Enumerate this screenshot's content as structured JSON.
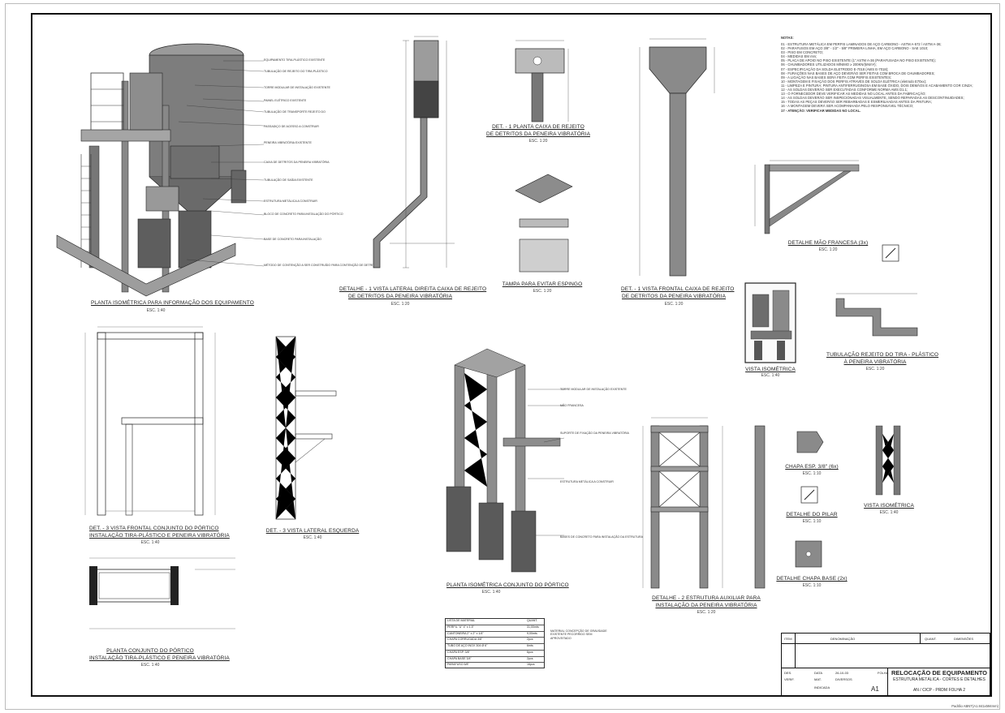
{
  "captions": {
    "iso_equipment": "PLANTA ISOMÉTRICA PARA INFORMAÇÃO DOS EQUIPAMENTO",
    "iso_equipment_scale": "ESC. 1:40",
    "lateral_1_a": "DETALHE - 1 VISTA LATERAL DIREITA CAIXA DE REJEITO",
    "lateral_1_b": "DE DETRITOS DA PENEIRA VIBRATÓRIA",
    "lateral_1_scale": "ESC. 1:20",
    "plan_box_a": "DET. - 1 PLANTA CAIXA DE REJEITO",
    "plan_box_b": "DE DETRITOS DA PENEIRA VIBRATÓRIA",
    "plan_box_scale": "ESC. 1:20",
    "tampa": "TAMPA PARA EVITAR ESPINGO",
    "tampa_scale": "ESC. 1:20",
    "frontal_1_a": "DET. - 1 VISTA FRONTAL CAIXA DE REJEITO",
    "frontal_1_b": "DE DETRITOS DA PENEIRA VIBRATÓRIA",
    "frontal_1_scale": "ESC. 1:20",
    "mao_francesa": "DETALHE MÃO FRANCESA (3x)",
    "mao_francesa_scale": "ESC. 1:20",
    "vista_iso": "VISTA ISOMÉTRICA",
    "vista_iso_scale": "ESC. 1:40",
    "tubulacao_a": "TUBULAÇÃO REJEITO DO TIRA - PLÁSTICO",
    "tubulacao_b": "À PENEIRA VIBRATÓRIA",
    "tubulacao_scale": "ESC. 1:20",
    "frontal_3_a": "DET. - 3 VISTA FRONTAL CONJUNTO DO PÓRTICO",
    "frontal_3_b": "INSTALAÇÃO TIRA-PLÁSTICO E PENEIRA VIBRATÓRIA",
    "frontal_3_scale": "ESC. 1:40",
    "lateral_3": "DET. - 3 VISTA LATERAL ESQUERDA",
    "lateral_3_scale": "ESC. 1:40",
    "iso_portico": "PLANTA ISOMÉTRICA CONJUNTO DO PÓRTICO",
    "iso_portico_scale": "ESC. 1:40",
    "planta_conj_a": "PLANTA CONJUNTO DO PÓRTICO",
    "planta_conj_b": "INSTALAÇÃO TIRA-PLÁSTICO E PENEIRA VIBRATÓRIA",
    "planta_conj_scale": "ESC. 1:40",
    "estrutura_2_a": "DETALHE - 2 ESTRUTURA AUXILIAR PARA",
    "estrutura_2_b": "INSTALAÇÃO DA PENEIRA VIBRATÓRIA",
    "estrutura_2_scale": "ESC. 1:20",
    "chapa_esp": "CHAPA ESP. 3/8\" (6x)",
    "chapa_esp_scale": "ESC. 1:10",
    "pilar": "DETALHE DO PILAR",
    "pilar_scale": "ESC. 1:10",
    "chapa_base": "DETALHE CHAPA BASE (2x)",
    "chapa_base_scale": "ESC. 1:10",
    "vista_iso2": "VISTA ISOMÉTRICA",
    "vista_iso2_scale": "ESC. 1:40"
  },
  "notes": {
    "heading": "NOTAS:",
    "lines": [
      "01 - ESTRUTURA METÁLICA EM PERFIS LAMINADOS DE AÇO CARBONO - ASTM A-572 / ASTM A-36;",
      "02 - PARAFUSOS EM AÇO 3/8\" - 1/2\" - 5/8\" PRIMEIRA LINHA, EM AÇO CARBONO - SAE 1010;",
      "03 - PISO EM CONCRETO;",
      "04 - MEDIDAS EM mm;",
      "05 - PLACA DE APOIO NO PISO EXISTENTE (1\" ASTM A-36 (PARAFUSADA NO PISO EXISTENTE);",
      "06 - CHUMBADORES UTILIZADOS MÍNIMO ≥ 200KN/(kN/m²);",
      "07 - ESPECIFICAÇÃO DA SOLDA ELETRODO E-7018 (AWS E-7018);",
      "08 - FURAÇÕES NAS BASES DE AÇO DEVERÃO SER FEITAS COM BROCA DE CHUMBADORES;",
      "09 - A LIGAÇÃO NAS BASES SERÁ FEITA COM PERFIS EXISTENTES;",
      "10 - MONTAGEM E FIXAÇÃO DOS PERFIS ATRAVÉS DE SOLDA ELÉTRICA (eletrodo E70xx);",
      "11 - LIMPEZA E PINTURA: PINTURA ANTIFERRUGINOSA EM BASE ÓXIDO, DOIS DEMÃOS E ACABAMENTO COR CINZA;",
      "12 - AS SOLDAS DEVERÃO SER EXECUTADAS CONFORME NORMA AWS D1.1;",
      "13 - O FORNECEDOR DEVE VERIFICAR AS MEDIDAS NO LOCAL ANTES DA FABRICAÇÃO;",
      "14 - AS SOLDAS DEVERÃO SER INSPECIONADAS VISUALMENTE, SENDO REPARADAS AS DESCONTINUIDADES;",
      "15 - TODAS AS PEÇAS DEVERÃO SER REBARBADAS E ESMERILHADAS ANTES DA PINTURA;",
      "16 - A MONTAGEM DEVERÁ SER ACOMPANHADA PELO RESPONSÁVEL TÉCNICO;",
      "17 - ATENÇÃO: VERIFICAR MEDIDAS NO LOCAL."
    ]
  },
  "labels": {
    "iso_callouts": [
      "EQUIPAMENTO TIRA-PLÁSTICO EXISTENTE",
      "TUBULAÇÃO DE REJEITO DO TIRA-PLÁSTICO",
      "TORRE MODULAR DE INSTALAÇÃO EXISTENTE",
      "PAINEL ELÉTRICO EXISTENTE",
      "TUBULAÇÃO DE TRANSPORTE REJEITO DO",
      "PASSADIÇO DE ACESSO A CONSTRUIR",
      "PENEIRA VIBRATÓRIA EXISTENTE",
      "CAIXA DE DETRITOS DA PENEIRA VIBRATÓRIA",
      "TUBULAÇÃO DE SAÍDA EXISTENTE",
      "ESTRUTURA METÁLICA A CONSTRUIR",
      "BLOCO DE CONCRETO PARA INSTALAÇÃO DO PÓRTICO",
      "BASE DE CONCRETO PARA INSTALAÇÃO",
      "MÉTODO DE CONTENÇÃO A SER CONSTRUÍDO PARA CONTENÇÃO DE DETRITOS"
    ],
    "portico_callouts": [
      "TORRE MODULAR DE INSTALAÇÃO EXISTENTE",
      "MÃO FRANCESA",
      "SUPORTE DE FIXAÇÃO DA PENEIRA VIBRATÓRIA",
      "ESTRUTURA METÁLICA A CONSTRUIR",
      "BASES DE CONCRETO PARA INSTALAÇÃO DA ESTRUTURA"
    ]
  },
  "material_table": {
    "header": [
      "LISTA DE MATERIAL",
      "QUANT."
    ],
    "rows": [
      [
        "PERFIL \"U\" 4\" x 1.5\"",
        "31,00mts"
      ],
      [
        "CANTONEIRA 2\" x 2\" x 1/4\"",
        "9,00mts"
      ],
      [
        "CHAPA CORRUGADA 3/8\"",
        "2pcs"
      ],
      [
        "TUBO DE AÇO INOX 304 Ø 6\"",
        "6mts"
      ],
      [
        "CHAPA ESP. 3/8\"",
        "6pcs"
      ],
      [
        "CHAPA BASE 3/4\"",
        "2pcs"
      ],
      [
        "PARAFUSO 5/8\"",
        "16pcs"
      ]
    ],
    "side_note": "MATERIAL CONCEPÇÃO DE GRAVIDADE EXISTENTE PECORRIDO SEM APROVEITADO"
  },
  "title_block": {
    "col_no": "ITEM",
    "col_denom": "DENOMINAÇÃO",
    "col_quant": "QUANT.",
    "col_dim": "DIMENSÕES",
    "project_title": "RELOCAÇÃO DE EQUIPAMENTO",
    "subtitle": "ESTRUTURA METÁLICA - CORTES E DETALHES",
    "drawing_no": "AN / CICP - PRDM FOLHA 2",
    "scale_label": "INDICADA",
    "sheet_code": "FOLHA",
    "drawn_by": "DES.",
    "checked_by": "VERIF.",
    "date_label": "DATA",
    "date_value": "26-10-03",
    "mat_label": "MAT.",
    "mat_value": "DIVERSOS",
    "fmt": "A1"
  },
  "footer": "Padrão ABNT(A1.841x594mm)"
}
